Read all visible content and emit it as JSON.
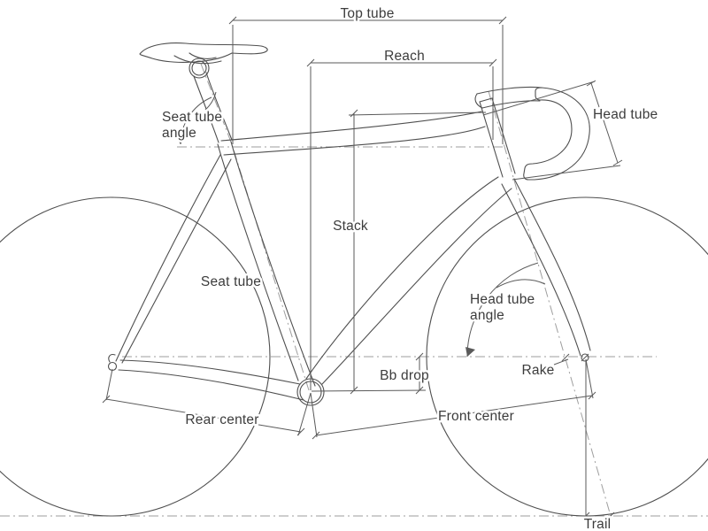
{
  "diagram": {
    "type": "bicycle-frame-geometry",
    "labels": {
      "top_tube": "Top tube",
      "reach": "Reach",
      "head_tube": "Head tube",
      "seat_tube_angle_line1": "Seat tube",
      "seat_tube_angle_line2": "angle",
      "stack": "Stack",
      "seat_tube": "Seat tube",
      "head_tube_angle_line1": "Head tube",
      "head_tube_angle_line2": "angle",
      "bb_drop": "Bb drop",
      "rake": "Rake",
      "rear_center": "Rear center",
      "front_center": "Front center",
      "trail": "Trail"
    },
    "colors": {
      "background": "#ffffff",
      "line": "#4f4f4f",
      "centerline": "#9e9e9e",
      "dimension": "#5a5a5a",
      "text": "#3c3c3c"
    }
  }
}
